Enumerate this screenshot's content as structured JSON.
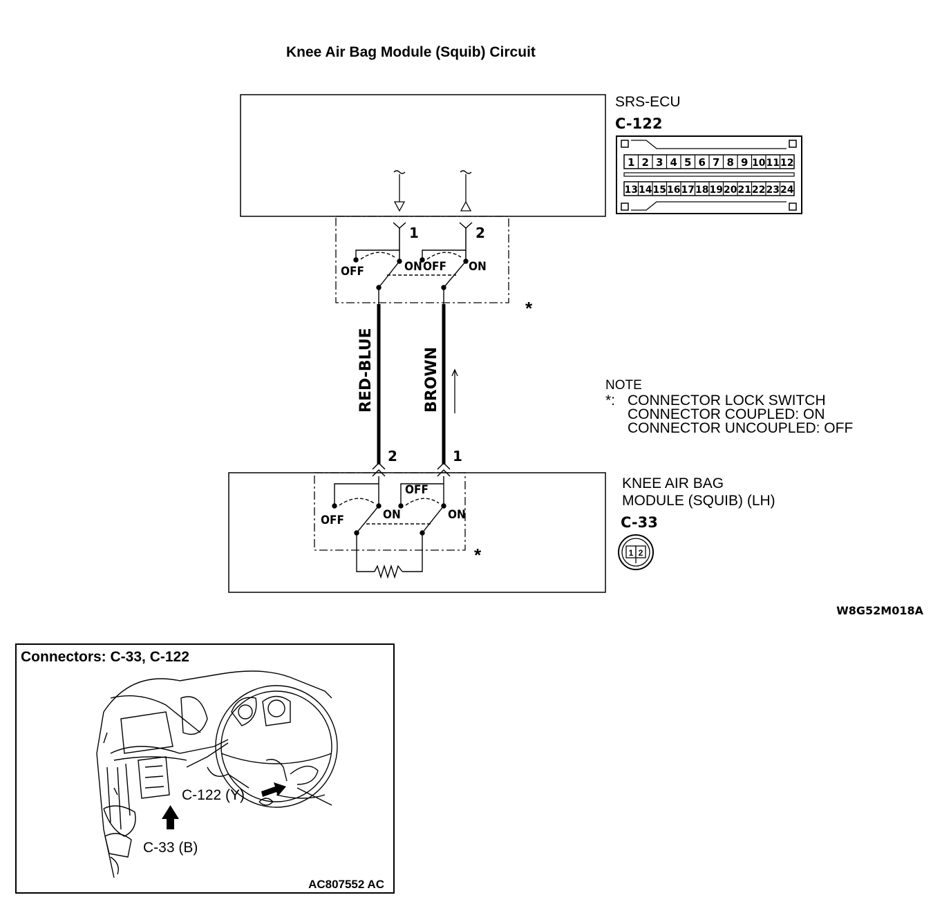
{
  "title": "Knee Air Bag Module (Squib) Circuit",
  "ecu": {
    "name": "SRS-ECU",
    "connector_id": "C-122",
    "pins_top": [
      "1",
      "2",
      "3",
      "4",
      "5",
      "6",
      "7",
      "8",
      "9",
      "10",
      "11",
      "12"
    ],
    "pins_bottom": [
      "13",
      "14",
      "15",
      "16",
      "17",
      "18",
      "19",
      "20",
      "21",
      "22",
      "23",
      "24"
    ],
    "terminal_1": "1",
    "terminal_2": "2"
  },
  "switch_labels": {
    "off": "OFF",
    "on": "ON"
  },
  "asterisk": "*",
  "wires": {
    "left_color": "RED-BLUE",
    "right_color": "BROWN"
  },
  "note": {
    "heading": "NOTE",
    "marker": "*:",
    "lines": [
      "CONNECTOR LOCK SWITCH",
      "CONNECTOR COUPLED: ON",
      "CONNECTOR UNCOUPLED: OFF"
    ]
  },
  "module": {
    "name_line1": "KNEE AIR BAG",
    "name_line2": "MODULE (SQUIB) (LH)",
    "connector_id": "C-33",
    "terminal_left": "2",
    "terminal_right": "1",
    "pin_1": "1",
    "pin_2": "2"
  },
  "diagram_code": "W8G52M018A",
  "locator": {
    "title": "Connectors: C-33, C-122",
    "callout_c122": "C-122 (Y)",
    "callout_c33": "C-33 (B)",
    "code": "AC807552 AC"
  }
}
